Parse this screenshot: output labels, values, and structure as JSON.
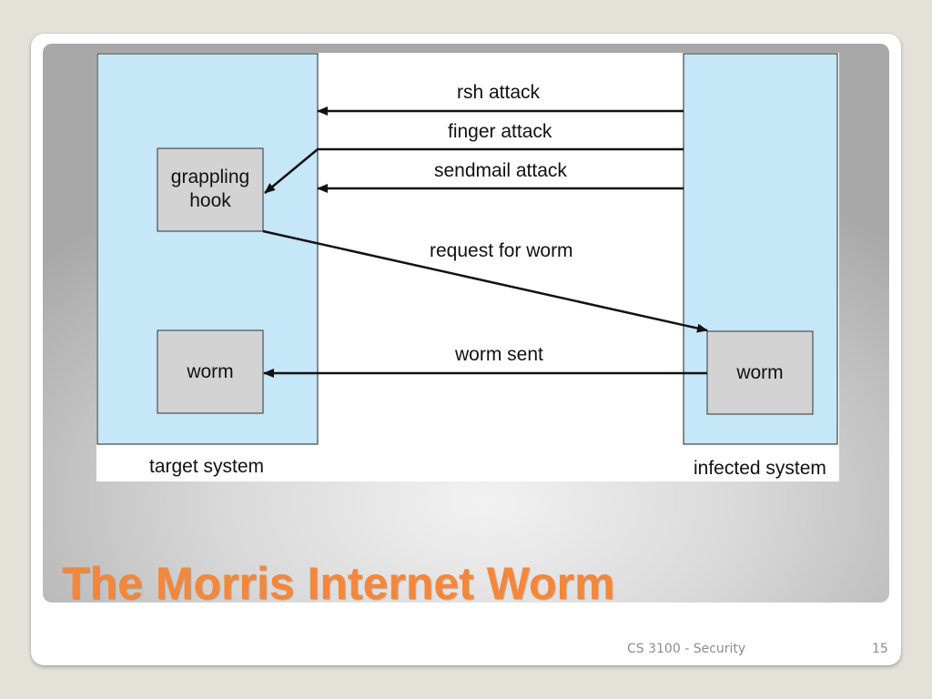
{
  "slide": {
    "title": "The Morris Internet Worm",
    "footer_left": "CS 3100 - Security",
    "page_number": "15"
  },
  "diagram": {
    "target_system_label": "target system",
    "infected_system_label": "infected system",
    "grappling_hook_label_line1": "grappling",
    "grappling_hook_label_line2": "hook",
    "target_worm_label": "worm",
    "infected_worm_label": "worm",
    "arrows": {
      "rsh_attack": "rsh attack",
      "finger_attack": "finger attack",
      "sendmail_attack": "sendmail attack",
      "request_for_worm": "request for worm",
      "worm_sent": "worm sent"
    }
  },
  "colors": {
    "system_fill": "#c5e7f7",
    "box_fill": "#d3d3d3",
    "title": "#f5873a"
  }
}
